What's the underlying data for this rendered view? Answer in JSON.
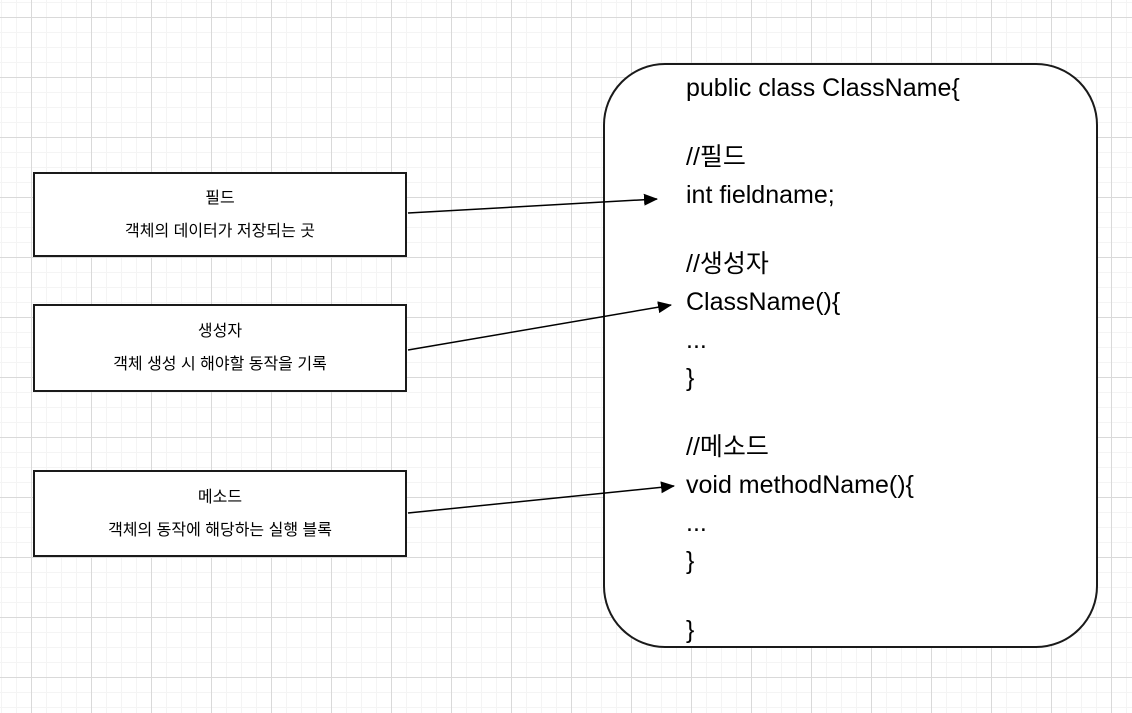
{
  "labels": [
    {
      "title": "필드",
      "desc": "객체의 데이터가 저장되는 곳"
    },
    {
      "title": "생성자",
      "desc": "객체 생성 시 해야할 동작을 기록"
    },
    {
      "title": "메소드",
      "desc": "객체의 동작에 해당하는 실행 블록"
    }
  ],
  "code": {
    "lines": [
      "public class ClassName{",
      "",
      "//필드",
      "int fieldname;",
      "",
      "//생성자",
      "ClassName(){",
      "...",
      "}",
      "",
      "//메소드",
      "void methodName(){",
      "...",
      "}",
      "",
      "}"
    ]
  },
  "colors": {
    "stroke": "#1a1a1a",
    "grid_major": "#d9d9d9",
    "grid_minor": "#f4f4f4",
    "background": "#ffffff"
  }
}
